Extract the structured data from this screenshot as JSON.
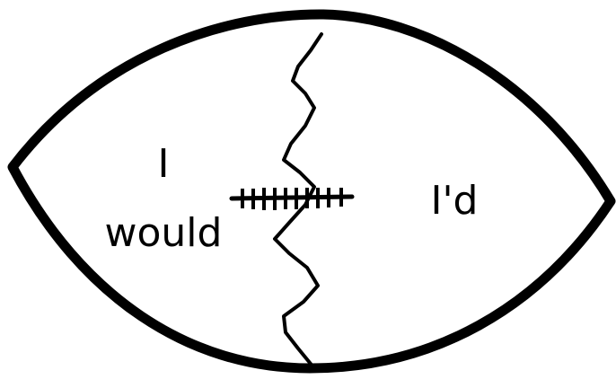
{
  "diagram": {
    "left_words": [
      "I",
      "would"
    ],
    "right_word": "I'd"
  },
  "colors": {
    "outline": "#000000",
    "background": "#ffffff"
  }
}
